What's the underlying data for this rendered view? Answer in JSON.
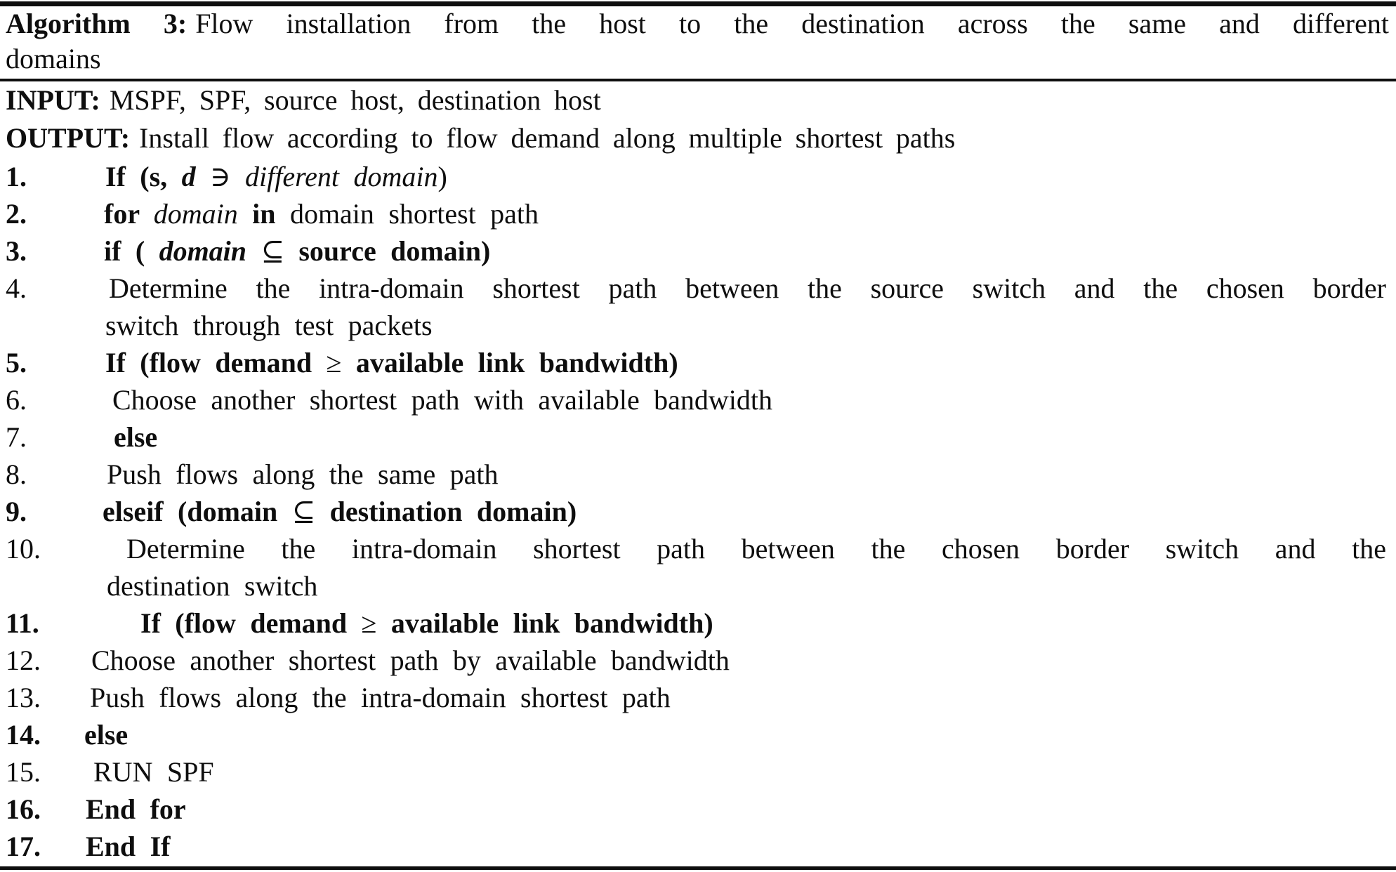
{
  "meta": {
    "ink_color": "#0e0e0e",
    "paper_color": "#ffffff"
  },
  "title": {
    "label": "Algorithm 3:",
    "rest": "Flow installation from the host to the destination across the same and different",
    "line2": "domains"
  },
  "io": {
    "input_label": "INPUT:",
    "input_text": "MSPF, SPF, source host, destination host",
    "output_label": "OUTPUT:",
    "output_text": "Install flow according to flow demand along multiple shortest paths"
  },
  "algorithm": {
    "lines": [
      {
        "num": "1.",
        "num_bold": true,
        "indent": 150,
        "segments": [
          {
            "text": "If (s, ",
            "bold": true
          },
          {
            "text": "d",
            "bold": true,
            "italic": true
          },
          {
            "text": " ∋ "
          },
          {
            "text": "different domain",
            "italic": true
          },
          {
            "text": ")"
          }
        ]
      },
      {
        "num": "2.",
        "num_bold": true,
        "indent": 148,
        "segments": [
          {
            "text": "for ",
            "bold": true
          },
          {
            "text": "domain ",
            "italic": true
          },
          {
            "text": "in ",
            "bold": true
          },
          {
            "text": "domain shortest path"
          }
        ]
      },
      {
        "num": "3.",
        "num_bold": true,
        "indent": 148,
        "segments": [
          {
            "text": "if ( ",
            "bold": true
          },
          {
            "text": "domain ",
            "bold": true,
            "italic": true
          },
          {
            "text": "⊆ "
          },
          {
            "text": "source domain)",
            "bold": true
          }
        ]
      },
      {
        "num": "4.",
        "num_bold": false,
        "indent": 155,
        "justify": true,
        "segments": [
          {
            "text": "Determine the intra-domain shortest path between the source switch and the chosen border"
          }
        ],
        "continuation": "switch through test packets",
        "cont_indent": 150
      },
      {
        "num": "5.",
        "num_bold": true,
        "indent": 150,
        "segments": [
          {
            "text": "If (flow demand ",
            "bold": true
          },
          {
            "text": "≥ "
          },
          {
            "text": "available link bandwidth)",
            "bold": true
          }
        ]
      },
      {
        "num": "6.",
        "num_bold": false,
        "indent": 160,
        "segments": [
          {
            "text": "Choose another shortest path with available bandwidth"
          }
        ]
      },
      {
        "num": "7.",
        "num_bold": false,
        "indent": 162,
        "segments": [
          {
            "text": "else",
            "bold": true
          }
        ]
      },
      {
        "num": "8.",
        "num_bold": false,
        "indent": 152,
        "segments": [
          {
            "text": "Push flows along the same path"
          }
        ]
      },
      {
        "num": "9.",
        "num_bold": true,
        "indent": 146,
        "segments": [
          {
            "text": "elseif (domain ",
            "bold": true
          },
          {
            "text": "⊆ "
          },
          {
            "text": "destination domain)",
            "bold": true
          }
        ]
      },
      {
        "num": "10.",
        "num_bold": false,
        "indent": 180,
        "justify": true,
        "segments": [
          {
            "text": "Determine the intra-domain shortest path between the chosen border switch and the"
          }
        ],
        "continuation": "destination switch",
        "cont_indent": 152
      },
      {
        "num": "11.",
        "num_bold": true,
        "indent": 200,
        "segments": [
          {
            "text": "If (flow demand ",
            "bold": true
          },
          {
            "text": "≥ "
          },
          {
            "text": "available link bandwidth)",
            "bold": true
          }
        ]
      },
      {
        "num": "12.",
        "num_bold": false,
        "indent": 130,
        "segments": [
          {
            "text": "Choose another shortest path by available bandwidth"
          }
        ]
      },
      {
        "num": "13.",
        "num_bold": false,
        "indent": 128,
        "segments": [
          {
            "text": "Push flows along the intra-domain shortest path"
          }
        ]
      },
      {
        "num": "14.",
        "num_bold": true,
        "indent": 120,
        "segments": [
          {
            "text": "else",
            "bold": true
          }
        ]
      },
      {
        "num": "15.",
        "num_bold": false,
        "indent": 133,
        "segments": [
          {
            "text": "RUN SPF"
          }
        ]
      },
      {
        "num": "16.",
        "num_bold": true,
        "indent": 122,
        "segments": [
          {
            "text": "End for",
            "bold": true
          }
        ]
      },
      {
        "num": "17.",
        "num_bold": true,
        "indent": 122,
        "segments": [
          {
            "text": "End If",
            "bold": true
          }
        ]
      }
    ]
  }
}
